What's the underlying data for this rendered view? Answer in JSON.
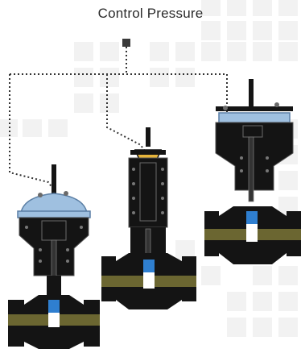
{
  "diagram": {
    "title": "Control Pressure",
    "colors": {
      "body": "#141414",
      "outline": "#6a6a6a",
      "grid": "#f1f1f1",
      "diaphragm_blue": "#9fc0e0",
      "diaphragm_gold": "#e6b43a",
      "pipe_olive": "#6b6631",
      "plug_blue": "#2f7fd0",
      "signal_line": "#333333"
    },
    "components": [
      {
        "id": "valve-left",
        "actuator": "dome-diaphragm",
        "diaphragm_color": "diaphragm_blue"
      },
      {
        "id": "valve-middle",
        "actuator": "spring-cylinder",
        "diaphragm_color": "diaphragm_gold"
      },
      {
        "id": "valve-right",
        "actuator": "flat-diaphragm",
        "diaphragm_color": "diaphragm_blue"
      }
    ]
  }
}
